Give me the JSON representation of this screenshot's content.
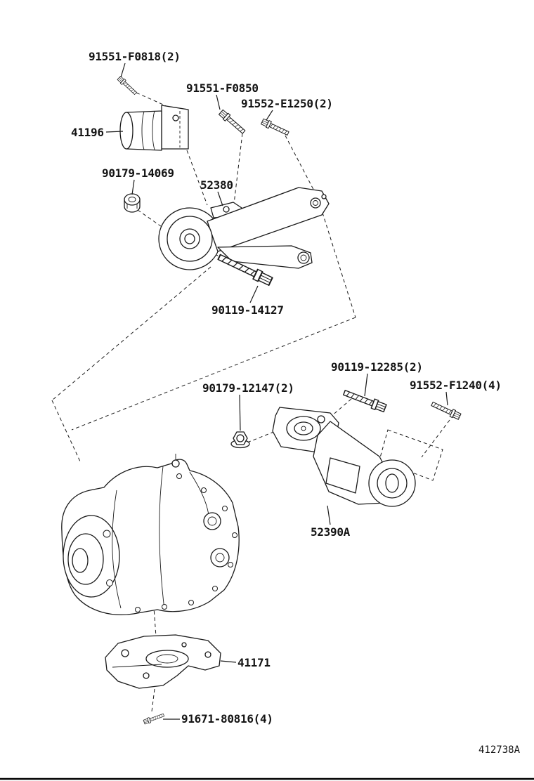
{
  "page": {
    "diagram_code": "412738A",
    "background": "#ffffff",
    "line_color": "#1a1a1a"
  },
  "parts": {
    "p91551_f0818": {
      "label": "91551-F0818(2)"
    },
    "p41196": {
      "label": "41196"
    },
    "p91551_f0850": {
      "label": "91551-F0850"
    },
    "p91552_e1250": {
      "label": "91552-E1250(2)"
    },
    "p90179_14069": {
      "label": "90179-14069"
    },
    "p52380": {
      "label": "52380"
    },
    "p90119_14127": {
      "label": "90119-14127"
    },
    "p90119_12285": {
      "label": "90119-12285(2)"
    },
    "p90179_12147": {
      "label": "90179-12147(2)"
    },
    "p91552_f1240": {
      "label": "91552-F1240(4)"
    },
    "p52390a": {
      "label": "52390A"
    },
    "p41171": {
      "label": "41171"
    },
    "p91671_80816": {
      "label": "91671-80816(4)"
    }
  }
}
